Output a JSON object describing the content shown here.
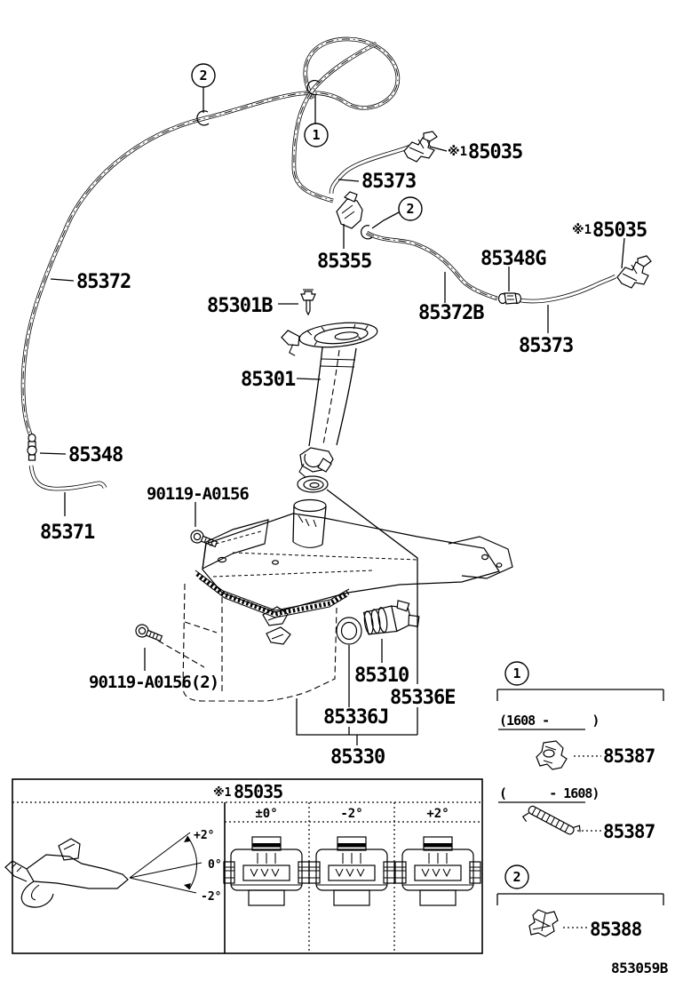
{
  "doc_code": "853059B",
  "callouts": {
    "c1": "1",
    "c2": "2"
  },
  "parts": {
    "nozzle_top_ref": "※1",
    "nozzle_top_num": "85035",
    "nozzle_right_ref": "※1",
    "nozzle_right_num": "85035",
    "hose_top": "85373",
    "joint_355": "85355",
    "joint_348g": "85348G",
    "hose_372": "85372",
    "hose_372b": "85372B",
    "hose_373b": "85373",
    "clip_301b": "85301B",
    "inlet_301": "85301",
    "joint_348": "85348",
    "hose_371": "85371",
    "bolt_1": "90119-A0156",
    "bolt_2": "90119-A0156(2)",
    "motor_310": "85310",
    "packing_336e": "85336E",
    "grommet_336j": "85336J",
    "jar_330": "85330",
    "clamp_387_new": "85387",
    "clamp_387_old": "85387",
    "clamp_388": "85388"
  },
  "spray_table": {
    "header_ref": "※1",
    "header_num": "85035",
    "col_labels": [
      "±0°",
      "-2°",
      "+2°"
    ],
    "fan_labels": [
      "+2°",
      "0°",
      "-2°"
    ]
  },
  "date_ranges": {
    "from_1608": "(1608 -      )",
    "until_1608": "(      - 1608)"
  }
}
